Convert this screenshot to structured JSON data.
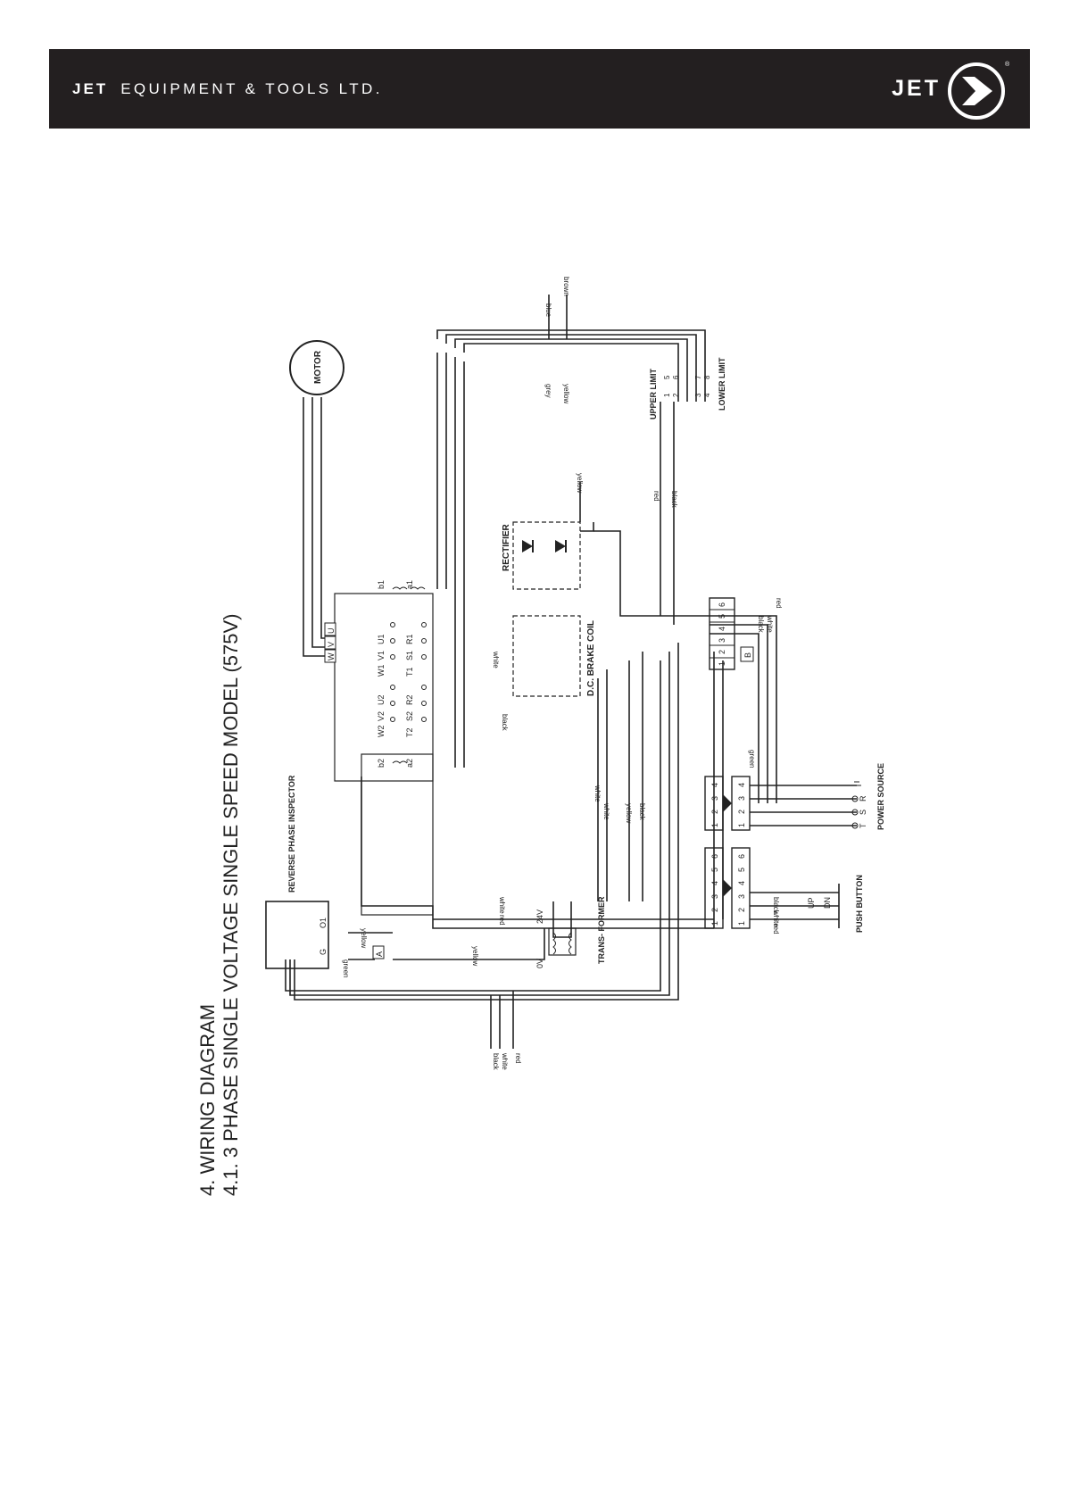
{
  "header": {
    "brand": "JET",
    "company": "EQUIPMENT & TOOLS LTD.",
    "logo_text": "JET",
    "registered": "®"
  },
  "titles": {
    "section": "4. WIRING DIAGRAM",
    "subsection": "4.1. 3 PHASE SINGLE VOLTAGE SINGLE SPEED MODEL (575V)"
  },
  "diagram": {
    "motor": "MOTOR",
    "motor_terminals": [
      "W",
      "V",
      "U"
    ],
    "contactor_upper": [
      "U1",
      "V1",
      "W1",
      "R1",
      "S1",
      "T1"
    ],
    "contactor_lower": [
      "U2",
      "V2",
      "W2",
      "R2",
      "S2",
      "T2"
    ],
    "coils": [
      "b1",
      "a1",
      "b2",
      "a2"
    ],
    "rectifier": "RECTIFIER",
    "brake_coil": "D.C. BRAKE COIL",
    "reverse_phase": "REVERSE PHASE INSPECTOR",
    "rpi_terminals": [
      "G",
      "O1"
    ],
    "transformer": "TRANS- FORMER",
    "transformer_taps": [
      "24V",
      "0V"
    ],
    "upper_limit": "UPPER LIMIT",
    "lower_limit": "LOWER LIMIT",
    "limit_terminals": [
      "1",
      "2",
      "3",
      "4",
      "5",
      "6",
      "7",
      "8"
    ],
    "power_source": "POWER SOURCE",
    "power_phases": [
      "T",
      "S",
      "R"
    ],
    "push_button": "PUSH BUTTON",
    "push_labels": [
      "UP",
      "DN"
    ],
    "terminal_6": [
      "1",
      "2",
      "3",
      "4",
      "5",
      "6"
    ],
    "terminal_4": [
      "1",
      "2",
      "3",
      "4"
    ],
    "fuse": "A",
    "b_block": "B",
    "wires": {
      "blue": "blue",
      "brown": "brown",
      "grey": "grey",
      "yellow": "yellow",
      "red": "red",
      "black": "black",
      "white": "white",
      "green": "green"
    }
  }
}
